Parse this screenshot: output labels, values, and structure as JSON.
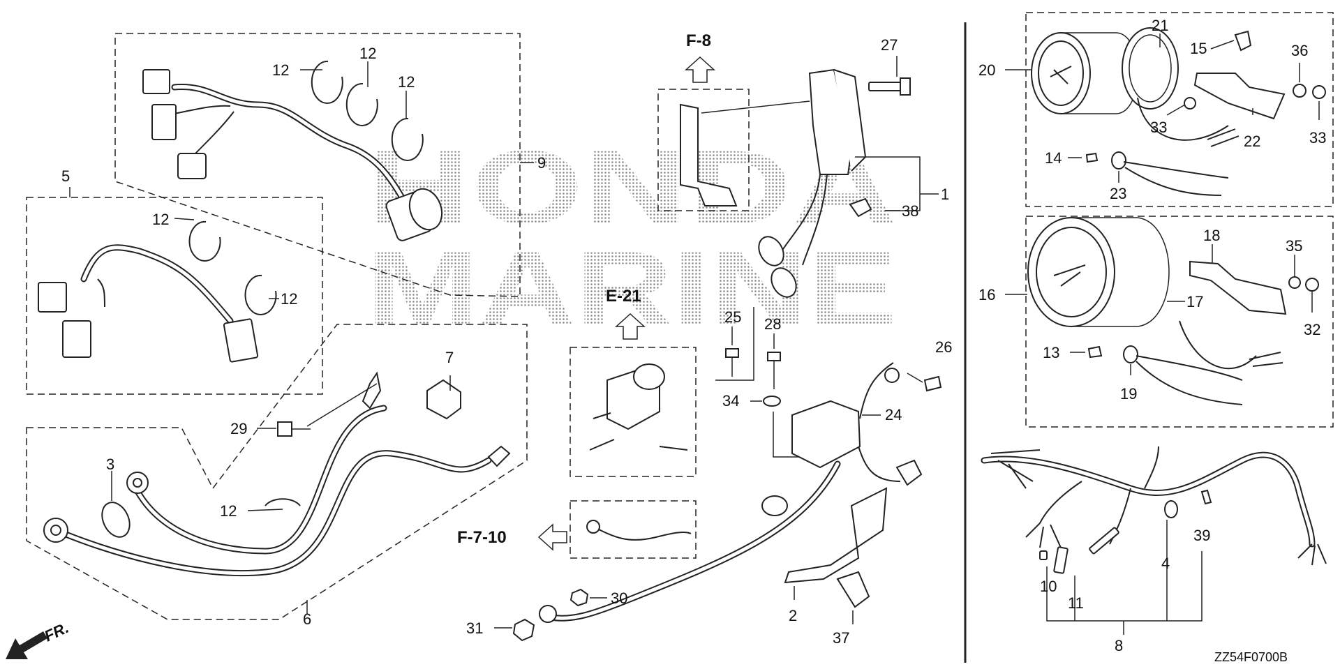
{
  "watermark": {
    "line1": "HONDA",
    "line2": "MARINE"
  },
  "diagram_code": "ZZ54F0700B",
  "front_marker": "FR.",
  "section_refs": {
    "f8": "F-8",
    "e21": "E-21",
    "f710": "F-7-10"
  },
  "callouts": {
    "c1": "1",
    "c2": "2",
    "c3": "3",
    "c4": "4",
    "c5": "5",
    "c6": "6",
    "c7": "7",
    "c8": "8",
    "c9": "9",
    "c10": "10",
    "c11": "11",
    "c12a": "12",
    "c12b": "12",
    "c12c": "12",
    "c12d": "12",
    "c12e": "12",
    "c12f": "12",
    "c13": "13",
    "c14": "14",
    "c15": "15",
    "c16": "16",
    "c17": "17",
    "c18": "18",
    "c19": "19",
    "c20": "20",
    "c21": "21",
    "c22": "22",
    "c23": "23",
    "c24": "24",
    "c25": "25",
    "c26": "26",
    "c27": "27",
    "c28": "28",
    "c29": "29",
    "c30": "30",
    "c31": "31",
    "c32": "32",
    "c33a": "33",
    "c33b": "33",
    "c34": "34",
    "c35": "35",
    "c36": "36",
    "c37": "37",
    "c38": "38",
    "c39": "39"
  }
}
